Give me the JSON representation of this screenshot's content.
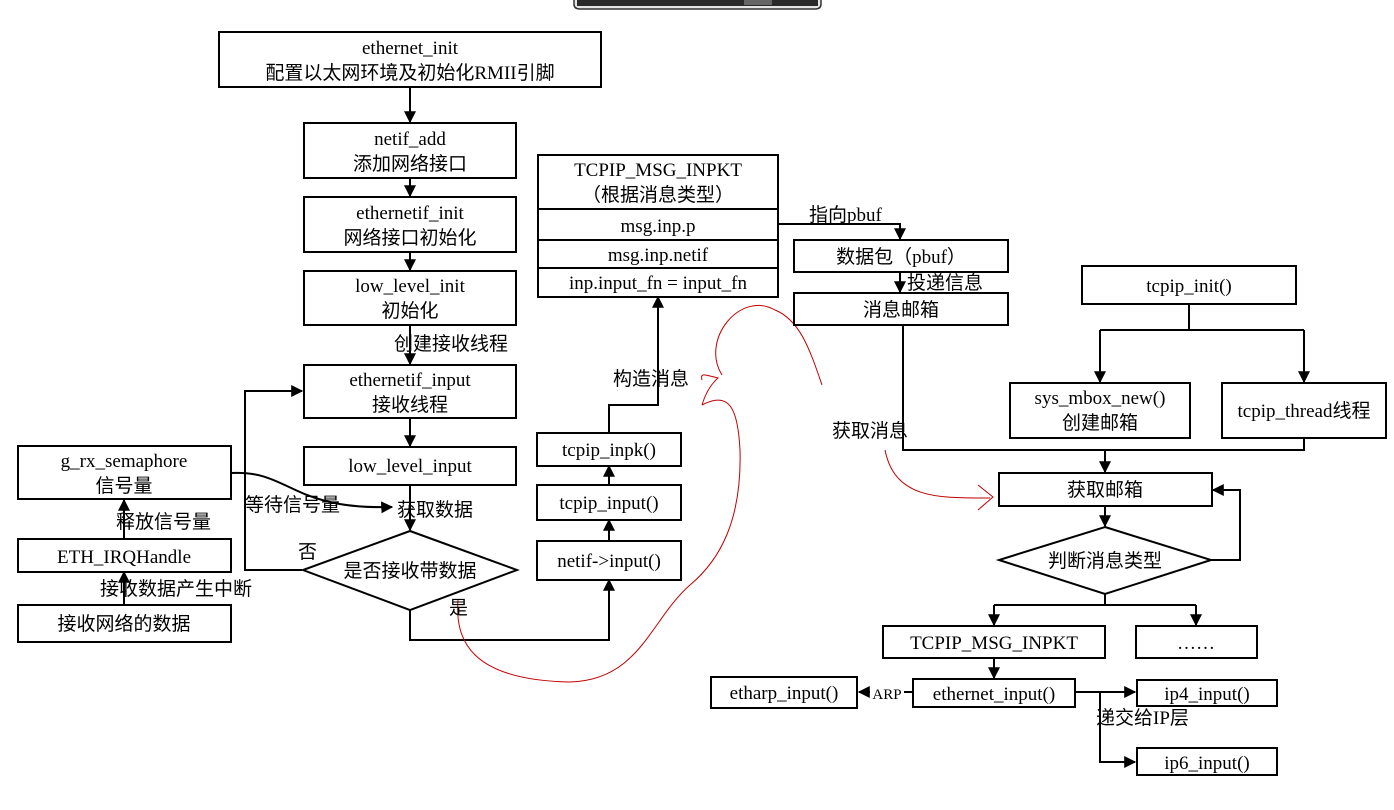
{
  "nodes": {
    "ethernet_init": {
      "line1": "ethernet_init",
      "line2": "配置以太网环境及初始化RMII引脚"
    },
    "netif_add": {
      "line1": "netif_add",
      "line2": "添加网络接口"
    },
    "ethernetif_init": {
      "line1": "ethernetif_init",
      "line2": "网络接口初始化"
    },
    "low_level_init": {
      "line1": "low_level_init",
      "line2": "初始化"
    },
    "ethernetif_input": {
      "line1": "ethernetif_input",
      "line2": "接收线程"
    },
    "low_level_input": {
      "line1": "low_level_input"
    },
    "is_receiving": {
      "label": "是否接收带数据"
    },
    "g_rx_semaphore": {
      "line1": "g_rx_semaphore",
      "line2": "信号量"
    },
    "eth_irqhandle": {
      "line1": "ETH_IRQHandle"
    },
    "receive_net_data": {
      "line1": "接收网络的数据"
    },
    "tcpip_msg_inpkt_struct": {
      "line1": "TCPIP_MSG_INPKT",
      "line2": "（根据消息类型）",
      "row1": "msg.inp.p",
      "row2": "msg.inp.netif",
      "row3": "inp.input_fn = input_fn"
    },
    "tcpip_inpk": {
      "line1": "tcpip_inpk()"
    },
    "tcpip_input": {
      "line1": "tcpip_input()"
    },
    "netif_input": {
      "line1": "netif->input()"
    },
    "pbuf": {
      "line1": "数据包（pbuf）"
    },
    "mailbox": {
      "line1": "消息邮箱"
    },
    "tcpip_init": {
      "line1": "tcpip_init()"
    },
    "sys_mbox_new": {
      "line1": "sys_mbox_new()",
      "line2": "创建邮箱"
    },
    "tcpip_thread": {
      "line1": "tcpip_thread线程"
    },
    "get_mailbox": {
      "line1": "获取邮箱"
    },
    "judge_msg_type": {
      "label": "判断消息类型"
    },
    "tcpip_msg_inpkt": {
      "line1": "TCPIP_MSG_INPKT"
    },
    "ellipsis": {
      "line1": "……"
    },
    "ethernet_input": {
      "line1": "ethernet_input()"
    },
    "etharp_input": {
      "line1": "etharp_input()"
    },
    "ip4_input": {
      "line1": "ip4_input()"
    },
    "ip6_input": {
      "line1": "ip6_input()"
    }
  },
  "labels": {
    "create_rx_thread": "创建接收线程",
    "wait_semaphore": "等待信号量",
    "get_data": "获取数据",
    "release_semaphore": "释放信号量",
    "receive_data_interrupt": "接收数据产生中断",
    "no": "否",
    "yes": "是",
    "construct_msg": "构造消息",
    "point_to_pbuf": "指向pbuf",
    "deliver_msg": "投递信息",
    "fetch_msg": "获取消息",
    "arp": "ARP",
    "deliver_ip_layer": "递交给IP层"
  }
}
